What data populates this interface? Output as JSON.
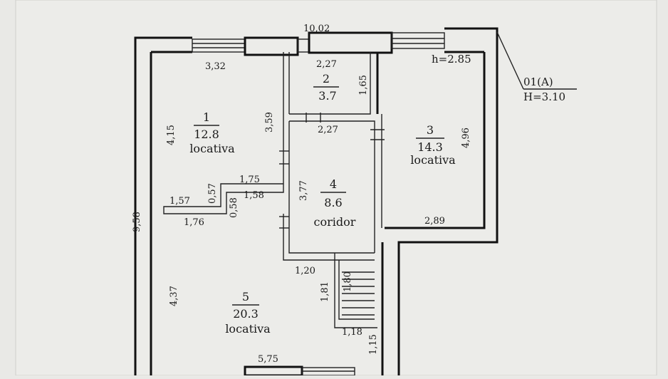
{
  "header": {
    "total_width": "10,02",
    "room_height": "h=2.85",
    "floor_code": "01(A)",
    "floor_height": "H=3.10"
  },
  "rooms": [
    {
      "number": "1",
      "area": "12.8",
      "type": "locativa"
    },
    {
      "number": "2",
      "area": "3.7",
      "type": ""
    },
    {
      "number": "3",
      "area": "14.3",
      "type": "locativa"
    },
    {
      "number": "4",
      "area": "8.6",
      "type": "coridor"
    },
    {
      "number": "5",
      "area": "20.3",
      "type": "locativa"
    }
  ],
  "dimensions": {
    "r1_width": "3,32",
    "r1_height": "4,15",
    "r1_inner": "3,59",
    "r2_width": "2,27",
    "r2_height": "1,65",
    "r4_top": "2,27",
    "r3_height": "4,96",
    "r3_width": "2,89",
    "r4_height": "3,77",
    "hall_1": "1,75",
    "hall_2": "1,57",
    "hall_3": "0,57",
    "hall_4": "1,58",
    "hall_5": "0,58",
    "hall_6": "1,76",
    "total_height": "9,58",
    "r5_height": "4,37",
    "r5_width": "5,75",
    "stair_1": "1,20",
    "stair_2": "1,81",
    "stair_3": "1,80",
    "stair_4": "1,18",
    "stair_5": "1,15"
  },
  "colors": {
    "paper": "#e9e9e6",
    "ink": "#111111"
  }
}
